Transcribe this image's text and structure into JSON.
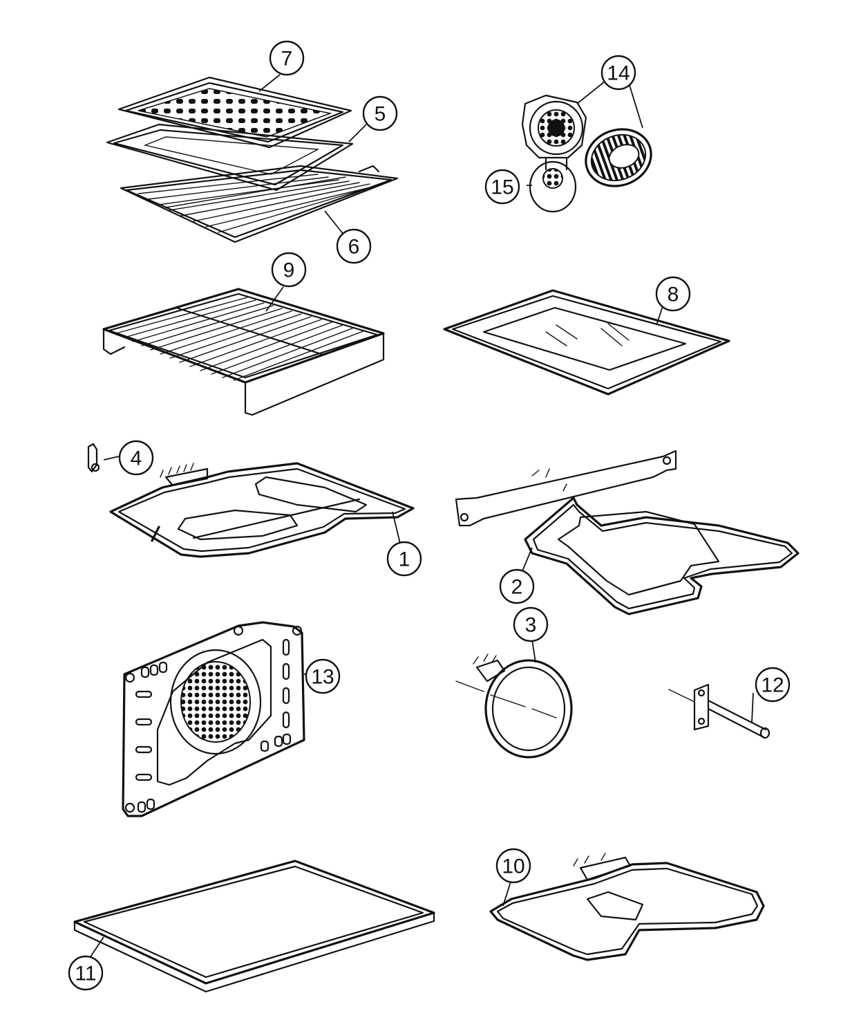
{
  "diagram": {
    "callouts": [
      "7",
      "5",
      "6",
      "14",
      "15",
      "9",
      "8",
      "4",
      "1",
      "2",
      "3",
      "12",
      "13",
      "10",
      "11"
    ]
  }
}
